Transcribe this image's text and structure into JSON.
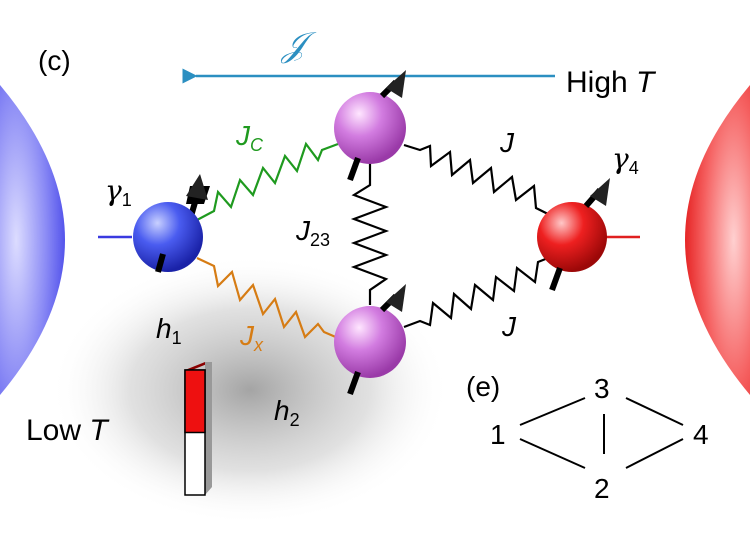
{
  "panel_c_label": "(c)",
  "panel_e_label": "(e)",
  "heat_current_symbol": "𝒥",
  "high_T": {
    "text": "High ",
    "var": "T"
  },
  "low_T": {
    "text": "Low ",
    "var": "T"
  },
  "couplings": {
    "jc": {
      "main": "J",
      "sub": "C"
    },
    "jx": {
      "main": "J",
      "sub": "x"
    },
    "j23": {
      "main": "J",
      "sub": "23"
    },
    "j_upper": "J",
    "j_lower": "J"
  },
  "dampings": {
    "g1": {
      "main": "γ",
      "sub": "1"
    },
    "g4": {
      "main": "γ",
      "sub": "4"
    }
  },
  "fields": {
    "h1": {
      "main": "h",
      "sub": "1"
    },
    "h2": {
      "main": "h",
      "sub": "2"
    }
  },
  "graph_nodes": [
    "1",
    "2",
    "3",
    "4"
  ],
  "field_bar": {
    "fill_fraction": 0.5
  },
  "colors": {
    "cold_bath": "#5a5af0",
    "hot_bath": "#f02a2a",
    "spin1": "#2e3ee8",
    "spin23": "#c86bd6",
    "spin4": "#e01212",
    "jc_spring": "#1f9a1f",
    "jx_spring": "#d67c14",
    "current_arrow": "#2b8fc1",
    "spring_black": "#000000"
  }
}
